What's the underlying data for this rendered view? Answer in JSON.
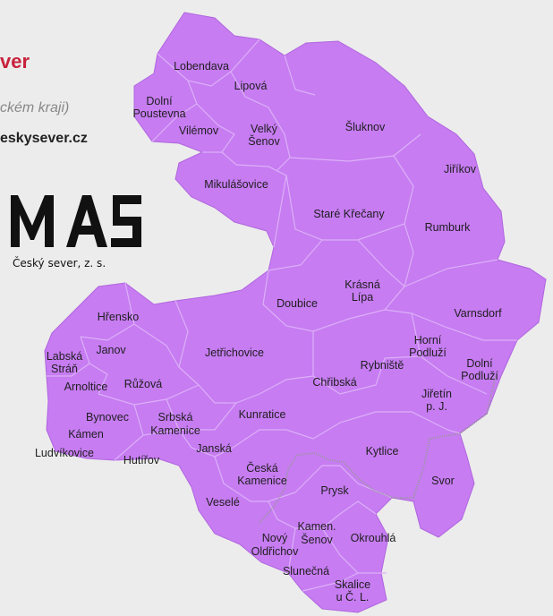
{
  "header": {
    "title_fragment": "ver",
    "subtitle_fragment": "ckém kraji)",
    "website_fragment": "eskysever.cz"
  },
  "logo": {
    "wordmark": "MAS",
    "subtitle": "Český sever, z. s."
  },
  "colors": {
    "region_fill": "#c77cf2",
    "region_border": "#ffffff",
    "state_border": "#999999",
    "title_red": "#c8213b",
    "background": "#ececec"
  },
  "municipalities": [
    "Lobendava",
    "Lipová",
    "Dolní Poustevna",
    "Vilémov",
    "Velký Šenov",
    "Šluknov",
    "Jiříkov",
    "Mikulášovice",
    "Staré Křečany",
    "Rumburk",
    "Krásná Lípa",
    "Doubice",
    "Hřensko",
    "Varnsdorf",
    "Janov",
    "Horní Podluží",
    "Labská Stráň",
    "Jetřichovice",
    "Rybniště",
    "Dolní Podluží",
    "Arnoltice",
    "Růžová",
    "Chřibská",
    "Jiřetín p. J.",
    "Bynovec",
    "Srbská Kamenice",
    "Kunratice",
    "Kámen",
    "Ludvíkovice",
    "Janská",
    "Kytlice",
    "Hutířov",
    "Česká Kamenice",
    "Svor",
    "Prysk",
    "Veselé",
    "Kamen. Šenov",
    "Nový Oldřichov",
    "Okrouhlá",
    "Slunečná",
    "Skalice u Č. L."
  ]
}
